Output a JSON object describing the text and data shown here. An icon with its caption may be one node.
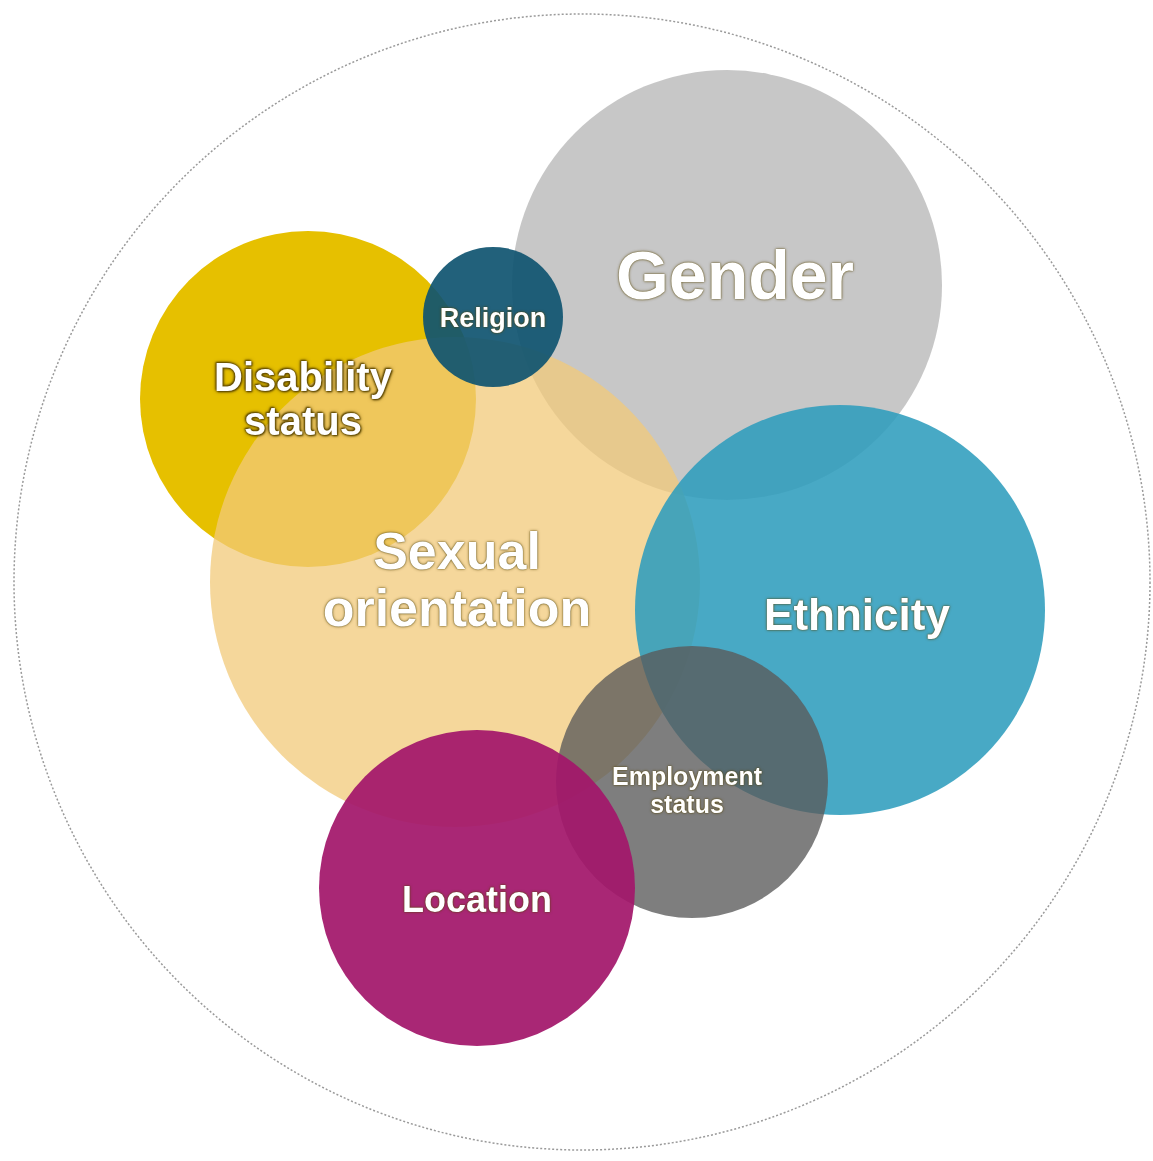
{
  "diagram": {
    "nodes": [
      {
        "text": [
          "Gender"
        ]
      },
      {
        "text": [
          "Religion"
        ]
      },
      {
        "text": [
          "Disability status"
        ]
      },
      {
        "text": [
          "Sexual orientation"
        ]
      },
      {
        "text": [
          "Ethnicity"
        ]
      },
      {
        "text": [
          "Employment status"
        ]
      },
      {
        "text": [
          "Location"
        ]
      }
    ],
    "edges": []
  }
}
